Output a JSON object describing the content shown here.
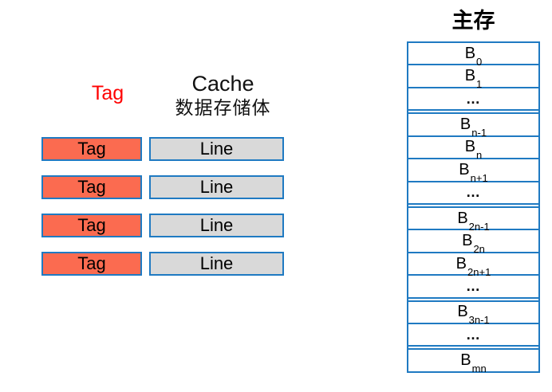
{
  "colors": {
    "tag_fill": "#fb6b50",
    "line_fill": "#d9d9d9",
    "border_blue": "#1f7ac2",
    "heading_red": "#ff0000"
  },
  "cache": {
    "tag_heading": "Tag",
    "title_line1": "Cache",
    "title_line2": "数据存储体",
    "rows": [
      {
        "tag": "Tag",
        "line": "Line"
      },
      {
        "tag": "Tag",
        "line": "Line"
      },
      {
        "tag": "Tag",
        "line": "Line"
      },
      {
        "tag": "Tag",
        "line": "Line"
      }
    ]
  },
  "memory": {
    "title": "主存",
    "rows": [
      {
        "base": "B",
        "sub": "0"
      },
      {
        "base": "B",
        "sub": "1"
      },
      {
        "base": "…"
      },
      {
        "base": "B",
        "sub": "n-1",
        "group_start": true
      },
      {
        "base": "B",
        "sub": "n"
      },
      {
        "base": "B",
        "sub": "n+1"
      },
      {
        "base": "…"
      },
      {
        "base": "B",
        "sub": "2n-1",
        "group_start": true
      },
      {
        "base": "B",
        "sub": "2n"
      },
      {
        "base": "B",
        "sub": "2n+1"
      },
      {
        "base": "…"
      },
      {
        "base": "B",
        "sub": "3n-1",
        "group_start": true
      },
      {
        "base": "…"
      },
      {
        "base": "B",
        "sub": "mn",
        "group_start": true
      }
    ]
  }
}
